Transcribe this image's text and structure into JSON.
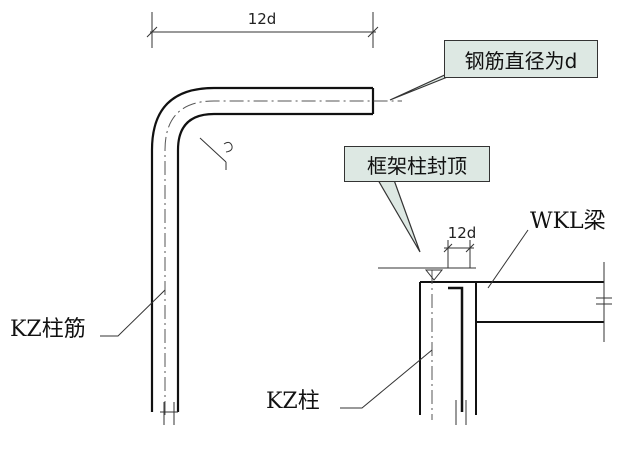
{
  "diagram": {
    "top_dimension": "12d",
    "small_dimension": "12d",
    "callout_diameter": "钢筋直径为d",
    "callout_cap": "框架柱封顶",
    "label_column_rebar": "KZ柱筋",
    "label_beam": "WKL梁",
    "label_column": "KZ柱"
  },
  "colors": {
    "line": "#111111",
    "callout_fill": "#dde8e3"
  }
}
